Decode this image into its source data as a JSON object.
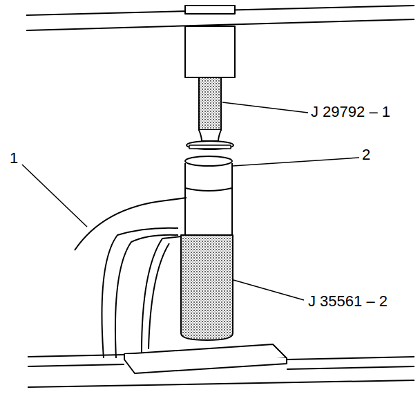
{
  "diagram": {
    "labels": [
      "J 29792 – 1",
      "2",
      "1",
      "J 35561 – 2"
    ]
  }
}
